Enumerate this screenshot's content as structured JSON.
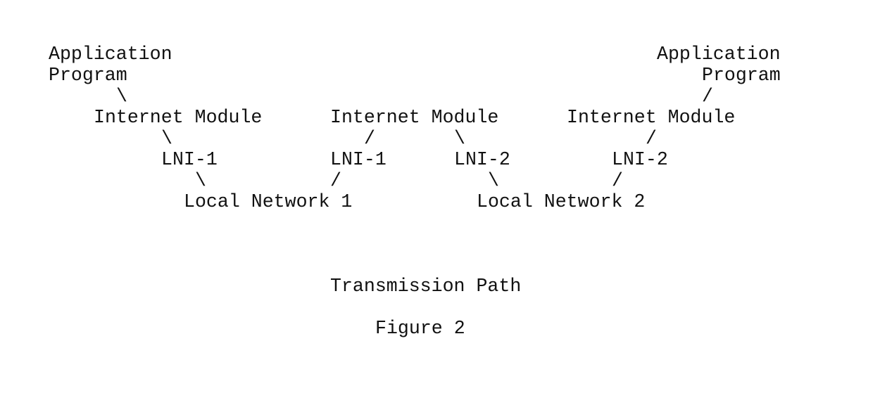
{
  "left_host": {
    "app": "Application",
    "program": "Program",
    "link1": "\\",
    "module": "Internet Module",
    "link2": "\\",
    "lni": "LNI-1",
    "link3": "\\"
  },
  "gateway": {
    "module": "Internet Module",
    "link_left": "/",
    "link_right": "\\",
    "lni_left": "LNI-1",
    "lni_right": "LNI-2",
    "link_left2": "/",
    "link_right2": "\\"
  },
  "right_host": {
    "app": "Application",
    "program": "Program",
    "link1": "/",
    "module": "Internet Module",
    "link2": "/",
    "lni": "LNI-2",
    "link3": "/"
  },
  "networks": {
    "net1": "Local Network 1",
    "net2": "Local Network 2"
  },
  "caption": {
    "path": "Transmission Path",
    "figure": "Figure 2"
  }
}
